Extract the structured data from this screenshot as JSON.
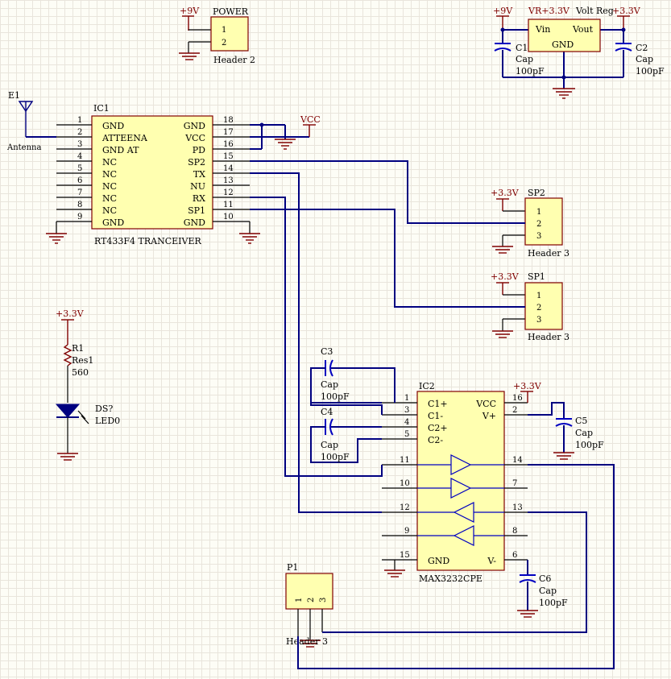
{
  "power_labels": {
    "p9v_power": "+9V",
    "p9v_reg": "+9V",
    "vr_in": "VR+3.3V",
    "vr_out": "+3.3V",
    "vcc": "VCC",
    "sp2": "+3.3V",
    "sp1": "+3.3V",
    "led": "+3.3V",
    "ic2": "+3.3V"
  },
  "power_header": {
    "ref": "POWER",
    "pins": [
      "1",
      "2"
    ],
    "type": "Header 2"
  },
  "regulator": {
    "ref": "Volt Reg",
    "vin": "Vin",
    "vout": "Vout",
    "gnd": "GND"
  },
  "c1": {
    "ref": "C1",
    "type": "Cap",
    "value": "100pF"
  },
  "c2": {
    "ref": "C2",
    "type": "Cap",
    "value": "100pF"
  },
  "antenna": {
    "ref": "E1",
    "type": "Antenna"
  },
  "ic1": {
    "ref": "IC1",
    "type": "RT433F4 TRANCEIVER",
    "left_pins": [
      {
        "num": "1",
        "name": "GND"
      },
      {
        "num": "2",
        "name": "ATTEENA"
      },
      {
        "num": "3",
        "name": "GND AT"
      },
      {
        "num": "4",
        "name": "NC"
      },
      {
        "num": "5",
        "name": "NC"
      },
      {
        "num": "6",
        "name": "NC"
      },
      {
        "num": "7",
        "name": "NC"
      },
      {
        "num": "8",
        "name": "NC"
      },
      {
        "num": "9",
        "name": "GND"
      }
    ],
    "right_pins": [
      {
        "num": "18",
        "name": "GND"
      },
      {
        "num": "17",
        "name": "VCC"
      },
      {
        "num": "16",
        "name": "PD"
      },
      {
        "num": "15",
        "name": "SP2"
      },
      {
        "num": "14",
        "name": "TX"
      },
      {
        "num": "13",
        "name": "NU"
      },
      {
        "num": "12",
        "name": "RX"
      },
      {
        "num": "11",
        "name": "SP1"
      },
      {
        "num": "10",
        "name": "GND"
      }
    ]
  },
  "sp2": {
    "ref": "SP2",
    "pins": [
      "1",
      "2",
      "3"
    ],
    "type": "Header 3"
  },
  "sp1": {
    "ref": "SP1",
    "pins": [
      "1",
      "2",
      "3"
    ],
    "type": "Header 3"
  },
  "r1": {
    "ref": "R1",
    "type": "Res1",
    "value": "560"
  },
  "led": {
    "ref": "DS?",
    "type": "LED0"
  },
  "c3": {
    "ref": "C3",
    "type": "Cap",
    "value": "100pF"
  },
  "c4": {
    "ref": "C4",
    "type": "Cap",
    "value": "100pF"
  },
  "c5": {
    "ref": "C5",
    "type": "Cap",
    "value": "100pF"
  },
  "c6": {
    "ref": "C6",
    "type": "Cap",
    "value": "100pF"
  },
  "ic2": {
    "ref": "IC2",
    "type": "MAX3232CPE",
    "pin_names": [
      "C1+",
      "C1-",
      "C2+",
      "C2-",
      "VCC",
      "V+",
      "GND",
      "V-"
    ],
    "pin_numbers": [
      "1",
      "3",
      "4",
      "5",
      "11",
      "10",
      "12",
      "9",
      "15",
      "16",
      "2",
      "14",
      "7",
      "13",
      "8",
      "6"
    ]
  },
  "p1": {
    "ref": "P1",
    "pins": [
      "1",
      "2",
      "3"
    ],
    "type": "Header 3"
  }
}
